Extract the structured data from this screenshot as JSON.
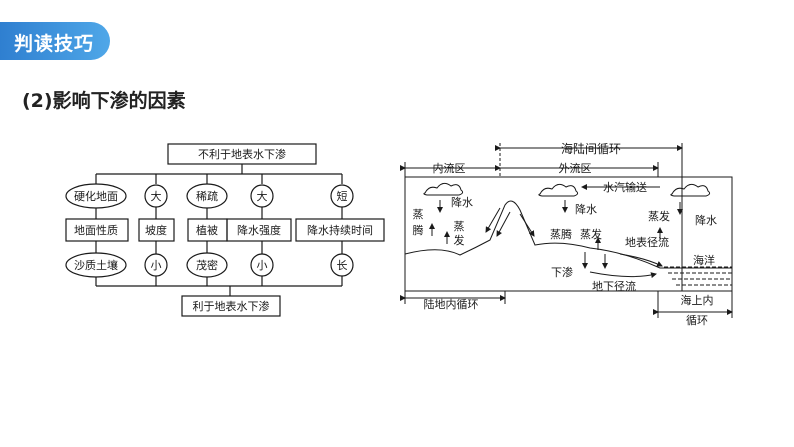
{
  "header": {
    "badge": "判读技巧"
  },
  "section_title": "(2)影响下渗的因素",
  "factors": {
    "top_box": "不利于地表水下渗",
    "bottom_box": "利于地表水下渗",
    "columns": [
      {
        "top": "硬化地面",
        "middle": "地面性质",
        "bottom": "沙质土壤"
      },
      {
        "top": "大",
        "middle": "坡度",
        "bottom": "小"
      },
      {
        "top": "稀疏",
        "middle": "植被",
        "bottom": "茂密"
      },
      {
        "top": "大",
        "middle": "降水强度",
        "bottom": "小"
      },
      {
        "top": "短",
        "middle": "降水持续时间",
        "bottom": "长"
      }
    ]
  },
  "cycle": {
    "sea_land": "海陆间循环",
    "inland_area": "内流区",
    "outflow_area": "外流区",
    "vapor_transport": "水汽输送",
    "precip1": "降水",
    "precip2": "降水",
    "precip3": "降水",
    "evap1": "蒸",
    "evap1b": "腾",
    "evap2": "蒸",
    "evap2b": "发",
    "transpiration": "蒸腾",
    "evaporation": "蒸发",
    "evaporation_sea": "蒸发",
    "surface_runoff": "地表径流",
    "infiltration": "下渗",
    "groundwater": "地下径流",
    "ocean": "海洋",
    "land_cycle": "陆地内循环",
    "sea_cycle_1": "海上内",
    "sea_cycle_2": "循环"
  }
}
